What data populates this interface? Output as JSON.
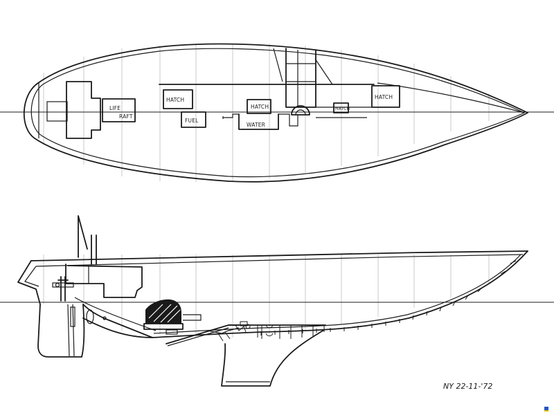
{
  "plan_labels": {
    "life_raft_1": "LIFE",
    "life_raft_2": "RAFT",
    "hatch_aft": "HATCH",
    "fuel": "FUEL",
    "hatch_mid": "HATCH",
    "water": "WATER",
    "hatch_small": "HATCH",
    "hatch_fwd": "HATCH"
  },
  "signature": "NY 22-11-'72",
  "colors": {
    "ink": "#1a1a1a",
    "grid": "#c8c8c8",
    "background": "#ffffff"
  }
}
